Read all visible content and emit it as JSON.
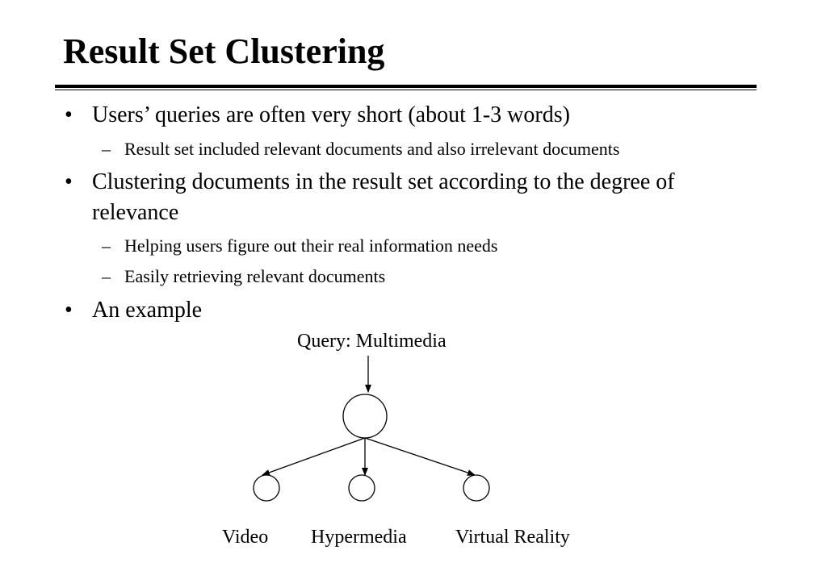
{
  "title": "Result Set Clustering",
  "bullets": [
    {
      "marker": "•",
      "text": "Users’ queries are often very short (about 1-3 words)",
      "subs": [
        {
          "marker": "–",
          "text": "Result set included relevant documents and also irrelevant documents"
        }
      ]
    },
    {
      "marker": "•",
      "text_line1": "Clustering documents in the result set according to the degree of",
      "text_line2": "relevance",
      "subs": [
        {
          "marker": "–",
          "text": "Helping users figure out their real information needs"
        },
        {
          "marker": "–",
          "text": "Easily retrieving relevant documents"
        }
      ]
    },
    {
      "marker": "•",
      "text": "An example"
    }
  ],
  "diagram": {
    "query_label": "Query: Multimedia",
    "clusters": [
      "Video",
      "Hypermedia",
      "Virtual Reality"
    ]
  }
}
